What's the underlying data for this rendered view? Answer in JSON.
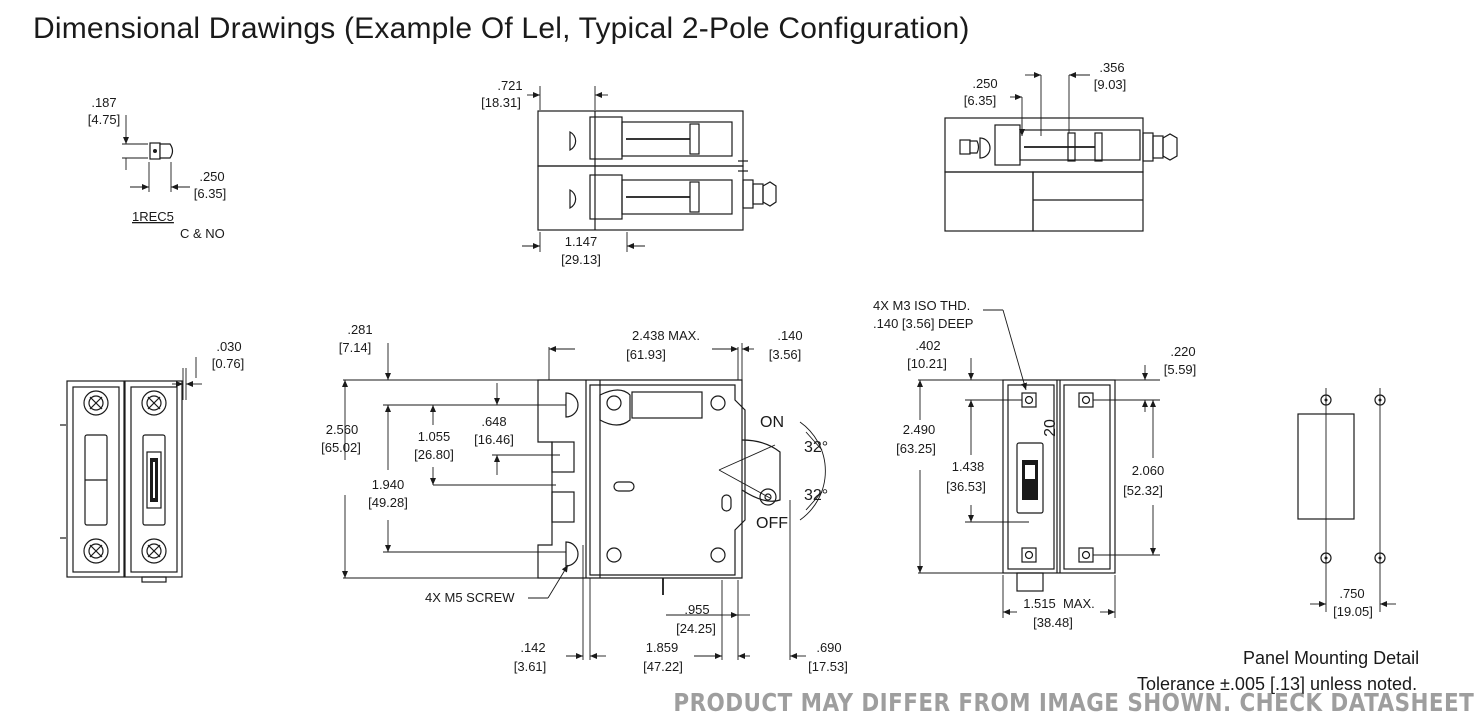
{
  "title": "Dimensional Drawings (Example Of Lel, Typical 2-Pole Configuration)",
  "terminal_detail": {
    "dim_thickness": ".187",
    "dim_thickness_mm": "[4.75]",
    "dim_width": ".250",
    "dim_width_mm": "[6.35]",
    "part_code": "1REC5",
    "part_note": "C & NO"
  },
  "top_view": {
    "dim_a": ".721",
    "dim_a_mm": "[18.31]",
    "dim_b": "1.147",
    "dim_b_mm": "[29.13]"
  },
  "top_right_view": {
    "dim_a": ".250",
    "dim_a_mm": "[6.35]",
    "dim_b": ".356",
    "dim_b_mm": "[9.03]"
  },
  "front_view": {
    "dim_gap": ".030",
    "dim_gap_mm": "[0.76]"
  },
  "side_view": {
    "dim_top": ".281",
    "dim_top_mm": "[7.14]",
    "dim_width": "2.438 MAX.",
    "dim_width_mm": "[61.93]",
    "dim_edge": ".140",
    "dim_edge_mm": "[3.56]",
    "dim_height": "2.560",
    "dim_height_mm": "[65.02]",
    "dim_mid": "1.055",
    "dim_mid_mm": "[26.80]",
    "dim_small": ".648",
    "dim_small_mm": "[16.46]",
    "dim_holes": "1.940",
    "dim_holes_mm": "[49.28]",
    "on_label": "ON",
    "off_label": "OFF",
    "angle_on": "32°",
    "angle_off": "32°",
    "screw_label": "4X M5 SCREW",
    "dim_offset": ".142",
    "dim_offset_mm": "[3.61]",
    "dim_base": "1.859",
    "dim_base_mm": "[47.22]",
    "dim_pin": ".955",
    "dim_pin_mm": "[24.25]",
    "dim_handle": ".690",
    "dim_handle_mm": "[17.53]"
  },
  "rear_view": {
    "thread_label_1": "4X M3 ISO THD.",
    "thread_label_2": ".140 [3.56] DEEP",
    "dim_top": ".402",
    "dim_top_mm": "[10.21]",
    "dim_edge": ".220",
    "dim_edge_mm": "[5.59]",
    "dim_height": "2.490",
    "dim_height_mm": "[63.25]",
    "dim_mid": "1.438",
    "dim_mid_mm": "[36.53]",
    "dim_holes": "2.060",
    "dim_holes_mm": "[52.32]",
    "rating": "20",
    "dim_width": "1.515  MAX.",
    "dim_width_mm": "[38.48]"
  },
  "panel_detail": {
    "dim_width": ".750",
    "dim_width_mm": "[19.05]",
    "label": "Panel Mounting Detail"
  },
  "tolerance_note": "Tolerance ±.005 [.13] unless noted.",
  "watermark": "PRODUCT MAY DIFFER FROM IMAGE SHOWN. CHECK DATASHEET"
}
